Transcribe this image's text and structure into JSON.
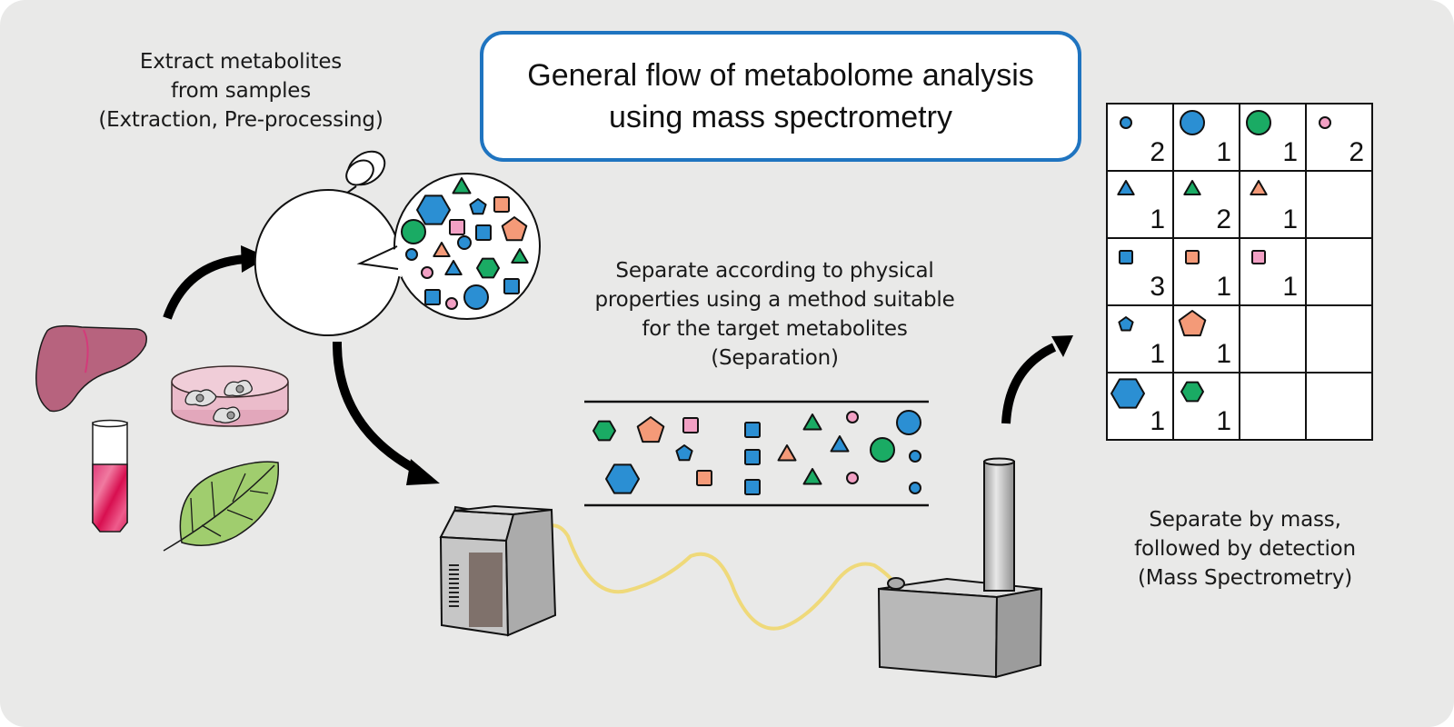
{
  "title": {
    "line1": "General flow of metabolome analysis",
    "line2": "using mass spectrometry"
  },
  "steps": {
    "extraction": {
      "line1": "Extract metabolites",
      "line2": "from samples",
      "line3": "(Extraction, Pre-processing)"
    },
    "separation": {
      "line1": "Separate according to physical",
      "line2": "properties using a method suitable",
      "line3": "for the target metabolites",
      "line4": "(Separation)"
    },
    "mass_spec": {
      "line1": "Separate by mass,",
      "line2": "followed by detection",
      "line3": "(Mass Spectrometry)"
    }
  },
  "colors": {
    "blue": "#2b8fd3",
    "green": "#1aab64",
    "orange": "#f49a78",
    "pink": "#f2a0c4",
    "title_border": "#1f74c0",
    "background": "#e9e9e8",
    "tubing": "#efd97a"
  },
  "samples": [
    "liver",
    "cell-culture-dish",
    "blood-tube",
    "leaf"
  ],
  "detection_table": {
    "rows": [
      [
        {
          "shape": "circle-small",
          "color": "blue",
          "count": "2"
        },
        {
          "shape": "circle-large",
          "color": "blue",
          "count": "1"
        },
        {
          "shape": "circle-large",
          "color": "green",
          "count": "1"
        },
        {
          "shape": "circle-small",
          "color": "pink",
          "count": "2"
        }
      ],
      [
        {
          "shape": "triangle",
          "color": "blue",
          "count": "1"
        },
        {
          "shape": "triangle",
          "color": "green",
          "count": "2"
        },
        {
          "shape": "triangle",
          "color": "orange",
          "count": "1"
        },
        null
      ],
      [
        {
          "shape": "square",
          "color": "blue",
          "count": "3"
        },
        {
          "shape": "square",
          "color": "orange",
          "count": "1"
        },
        {
          "shape": "square",
          "color": "pink",
          "count": "1"
        },
        null
      ],
      [
        {
          "shape": "pentagon-small",
          "color": "blue",
          "count": "1"
        },
        {
          "shape": "pentagon-large",
          "color": "orange",
          "count": "1"
        },
        null,
        null
      ],
      [
        {
          "shape": "hexagon-large",
          "color": "blue",
          "count": "1"
        },
        {
          "shape": "hexagon-small",
          "color": "green",
          "count": "1"
        },
        null,
        null
      ]
    ]
  }
}
